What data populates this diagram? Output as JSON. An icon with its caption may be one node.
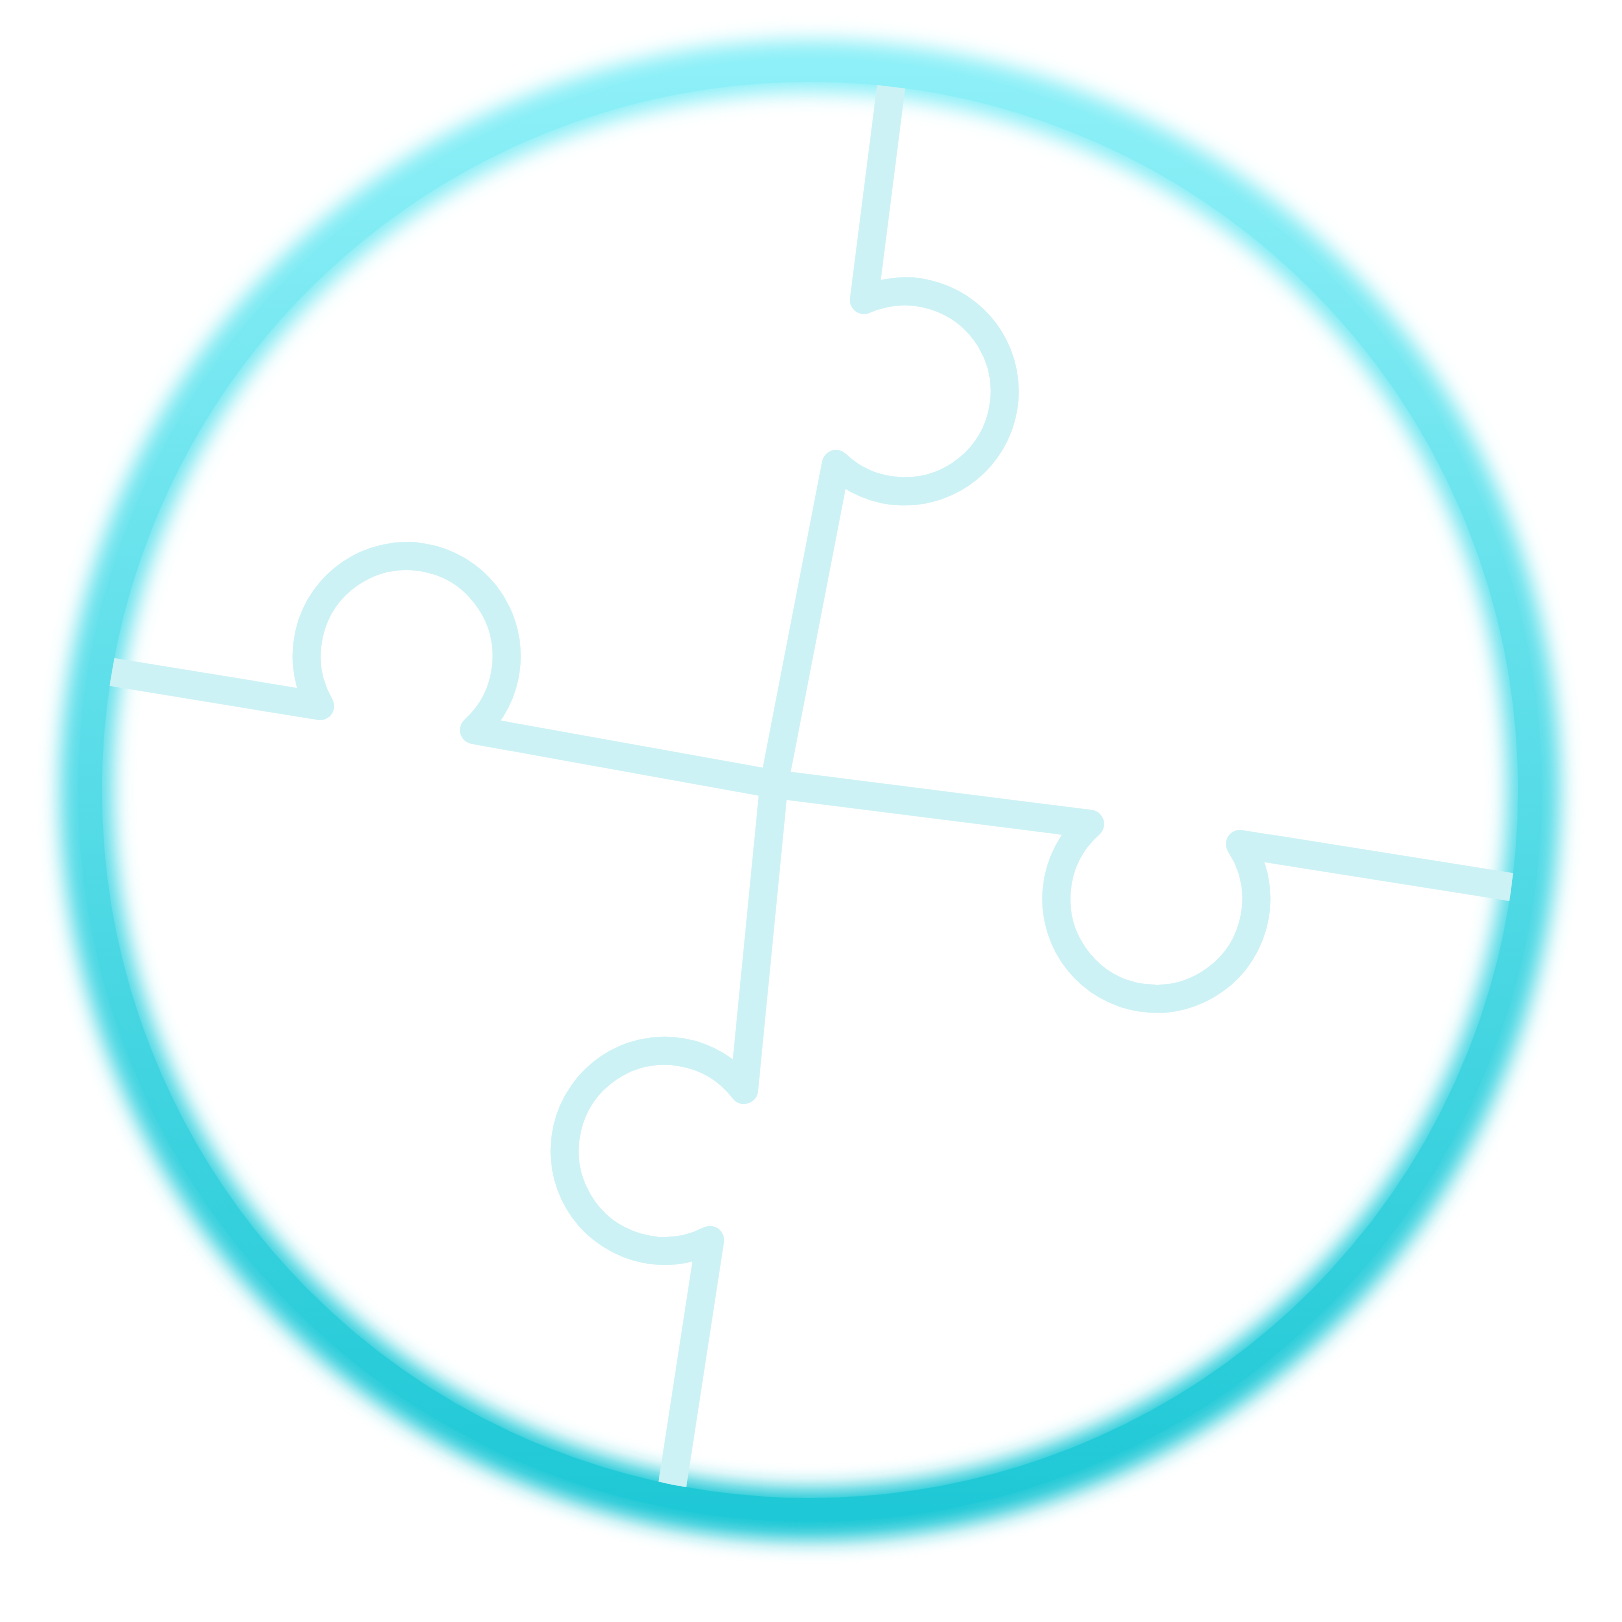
{
  "diagram": {
    "nodes": [
      {
        "text": [],
        "shape": "puzzle"
      },
      {
        "text": [],
        "shape": "puzzle"
      },
      {
        "text": [],
        "shape": "puzzle"
      },
      {
        "text": [],
        "shape": "puzzle"
      }
    ]
  }
}
